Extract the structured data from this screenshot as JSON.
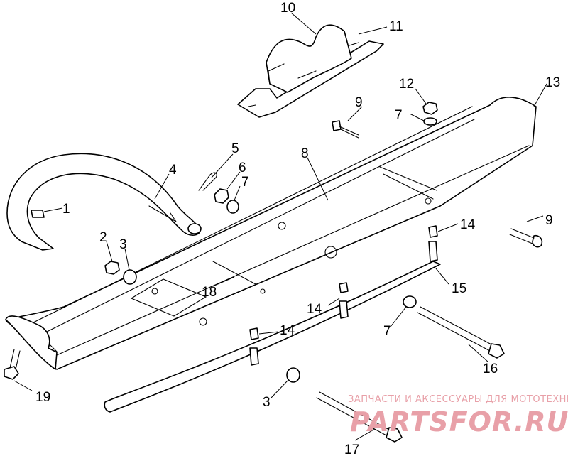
{
  "callouts": {
    "c1": "1",
    "c2": "2",
    "c3a": "3",
    "c3b": "3",
    "c4": "4",
    "c5": "5",
    "c6": "6",
    "c7a": "7",
    "c7b": "7",
    "c7c": "7",
    "c8": "8",
    "c9a": "9",
    "c9b": "9",
    "c10": "10",
    "c11": "11",
    "c12": "12",
    "c13": "13",
    "c14a": "14",
    "c14b": "14",
    "c14c": "14",
    "c15": "15",
    "c16": "16",
    "c17": "17",
    "c18": "18",
    "c19": "19"
  },
  "watermark": {
    "tagline": "ЗАПЧАСТИ И АКСЕССУАРЫ ДЛЯ МОТОТЕХНИКИ",
    "brand": "PARTSFOR.RU",
    "color": "#e8a0a8"
  }
}
